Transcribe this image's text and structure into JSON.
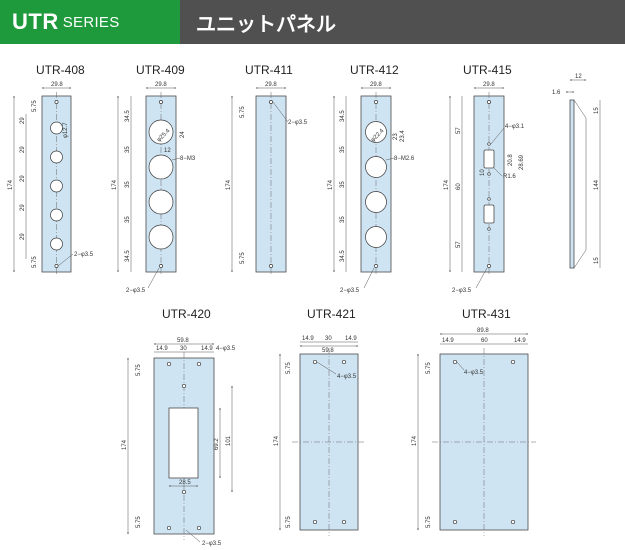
{
  "header": {
    "brand_main": "UTR",
    "brand_sub": "SERIES",
    "title": "ユニットパネル",
    "colors": {
      "brand_bg": "#1e9a3c",
      "title_bg": "#505050",
      "panel_fill": "#cfe4f3"
    }
  },
  "models": {
    "utr408": {
      "name": "UTR-408",
      "width": "29.8",
      "height": "174",
      "v29a": "29",
      "v29b": "29",
      "v29c": "29",
      "v29d": "29",
      "v29e": "29",
      "v575": "5.75",
      "v575b": "5.75",
      "dia": "φ12.7",
      "holes": "2−φ3.5"
    },
    "utr409": {
      "name": "UTR-409",
      "width": "29.8",
      "height": "174",
      "v345": "34.5",
      "v35a": "35",
      "v35b": "35",
      "v35c": "35",
      "v345b": "34.5",
      "dia": "φ25.4",
      "v24": "24",
      "v12": "12",
      "screw": "8−M3",
      "holes": "2−φ3.5"
    },
    "utr411": {
      "name": "UTR-411",
      "width": "29.8",
      "height": "174",
      "v575": "5.75",
      "v575b": "5.75",
      "holes": "2−φ3.5"
    },
    "utr412": {
      "name": "UTR-412",
      "width": "29.8",
      "height": "174",
      "v345": "34.5",
      "v35a": "35",
      "v35b": "35",
      "v35c": "35",
      "v345b": "34.5",
      "dia": "φ22.4",
      "v23": "23",
      "v234": "23.4",
      "screw": "8−M2.6",
      "holes": "2−φ3.5"
    },
    "utr415": {
      "name": "UTR-415",
      "width": "29.8",
      "height": "174",
      "v57": "57",
      "v60": "60",
      "v57b": "57",
      "holes4": "4−φ3.1",
      "v208": "20.8",
      "v2869": "28.69",
      "v10": "10",
      "r16": "R1.6",
      "holes": "2−φ3.5"
    },
    "side": {
      "v12": "12",
      "v16": "1.6",
      "v15a": "15",
      "v144": "144",
      "v15b": "15"
    },
    "utr420": {
      "name": "UTR-420",
      "width": "59.8",
      "w149a": "14.9",
      "w30": "30",
      "w149b": "14.9",
      "holes4": "4−φ3.5",
      "v575": "5.75",
      "v575b": "5.75",
      "height": "174",
      "v692": "69.2",
      "v101": "101",
      "w285": "28.5",
      "holes": "2−φ3.5"
    },
    "utr421": {
      "name": "UTR-421",
      "width": "59.8",
      "w149a": "14.9",
      "w30": "30",
      "w149b": "14.9",
      "holes4": "4−φ3.5",
      "v575": "5.75",
      "v575b": "5.75",
      "height": "174"
    },
    "utr431": {
      "name": "UTR-431",
      "width": "89.8",
      "w149a": "14.9",
      "w60": "60",
      "w149b": "14.9",
      "holes4": "4−φ3.5",
      "v575": "5.75",
      "v575b": "5.75",
      "height": "174"
    }
  }
}
